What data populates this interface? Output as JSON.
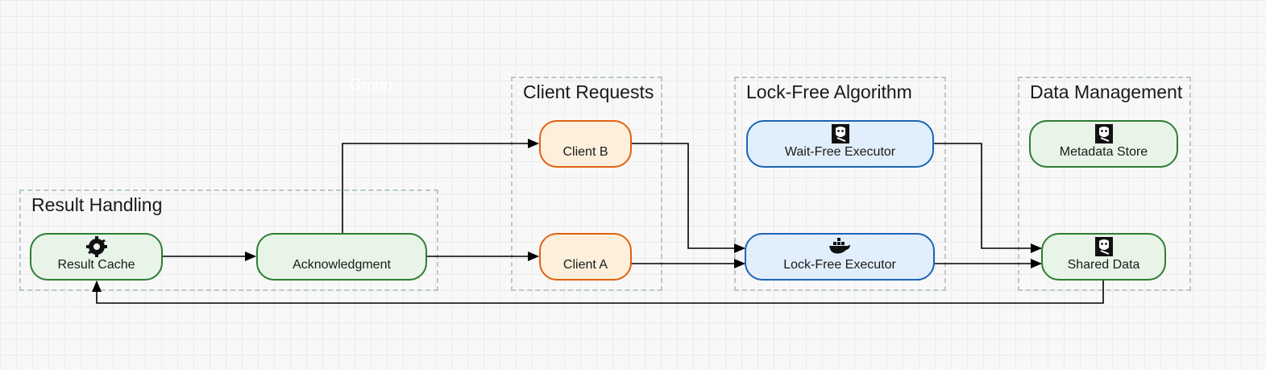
{
  "groups": {
    "result_handling": "Result Handling",
    "client_requests": "Client Requests",
    "lock_free_algorithm": "Lock-Free Algorithm",
    "data_management": "Data Management",
    "ghost": "Group"
  },
  "nodes": {
    "result_cache": {
      "label": "Result Cache",
      "icon": "gear-cache-icon"
    },
    "acknowledgment": {
      "label": "Acknowledgment"
    },
    "client_b": {
      "label": "Client B"
    },
    "client_a": {
      "label": "Client A"
    },
    "wait_free_executor": {
      "label": "Wait-Free Executor",
      "icon": "datadog-icon"
    },
    "lock_free_executor": {
      "label": "Lock-Free Executor",
      "icon": "docker-icon"
    },
    "metadata_store": {
      "label": "Metadata Store",
      "icon": "datadog-icon"
    },
    "shared_data": {
      "label": "Shared Data",
      "icon": "datadog-icon"
    }
  },
  "edges": [
    {
      "from": "result_cache",
      "to": "acknowledgment"
    },
    {
      "from": "acknowledgment",
      "to": "client_b"
    },
    {
      "from": "acknowledgment",
      "to": "client_a"
    },
    {
      "from": "client_b",
      "to": "lock_free_executor"
    },
    {
      "from": "client_a",
      "to": "lock_free_executor"
    },
    {
      "from": "wait_free_executor",
      "to": "shared_data"
    },
    {
      "from": "lock_free_executor",
      "to": "shared_data"
    },
    {
      "from": "shared_data",
      "to": "result_cache"
    }
  ],
  "colors": {
    "green_border": "#2e7d32",
    "green_fill": "#e8f4e8",
    "orange_border": "#e0620f",
    "orange_fill": "#fdefdc",
    "blue_border": "#1f63b5",
    "blue_fill": "#e1eefb",
    "group_border": "#b9c8cc",
    "edge": "#000000"
  }
}
